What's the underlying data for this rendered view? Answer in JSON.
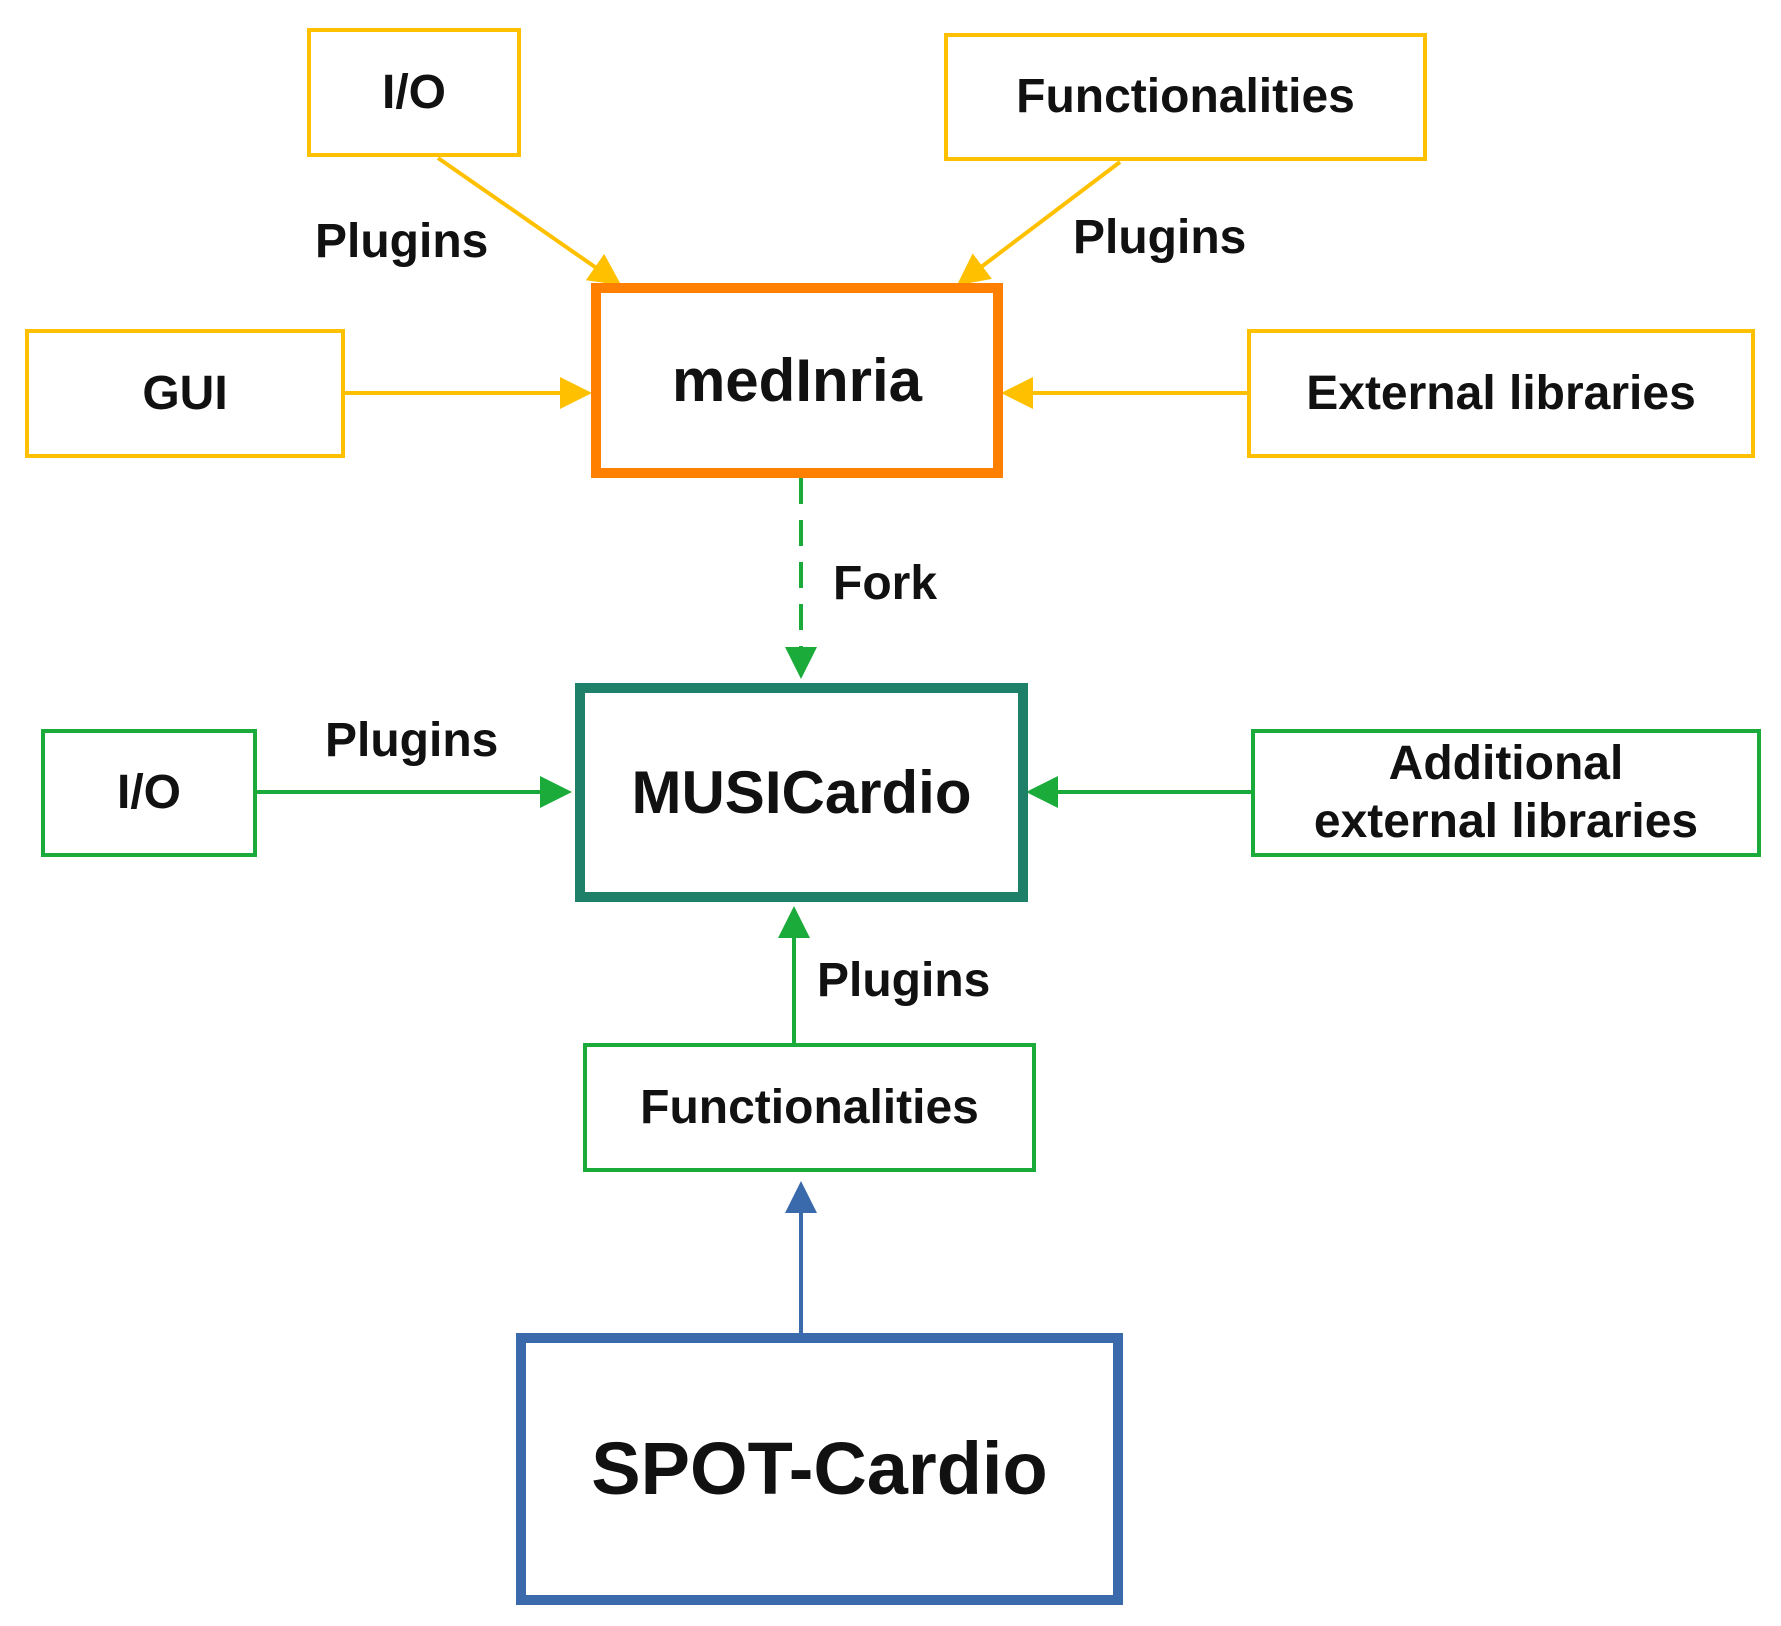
{
  "nodes": {
    "medinria": "medInria",
    "musicardio": "MUSICardio",
    "spotcardio": "SPOT-Cardio",
    "top_io": "I/O",
    "top_functionalities": "Functionalities",
    "gui": "GUI",
    "external_libraries": "External libraries",
    "mid_io": "I/O",
    "additional_libraries_line1": "Additional",
    "additional_libraries_line2": "external libraries",
    "bottom_functionalities": "Functionalities"
  },
  "edge_labels": {
    "plugins_top_left": "Plugins",
    "plugins_top_right": "Plugins",
    "fork": "Fork",
    "plugins_mid_left": "Plugins",
    "plugins_bottom": "Plugins"
  },
  "colors": {
    "medinria_border": "#FF8000",
    "medinria_inputs": "#FFC000",
    "musicardio_border": "#1E8068",
    "musicardio_inputs": "#1AAB3B",
    "spotcardio_border": "#3A69AC"
  }
}
